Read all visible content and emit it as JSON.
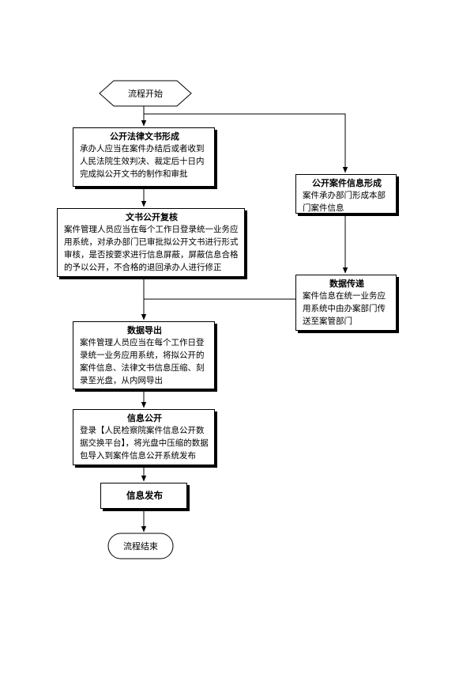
{
  "flowchart": {
    "start": {
      "label": "流程开始"
    },
    "end": {
      "label": "流程结束"
    },
    "steps": [
      {
        "id": "form",
        "title": "公开法律文书形成",
        "body": "承办人应当在案件办结后或者收到人民法院生效判决、裁定后十日内完成拟公开文书的制作和审批"
      },
      {
        "id": "review",
        "title": "文书公开复核",
        "body": "案件管理人员应当在每个工作日登录统一业务应用系统，对承办部门已审批拟公开文书进行形式审核，是否按要求进行信息屏蔽，屏蔽信息合格的予以公开，不合格的退回承办人进行修正"
      },
      {
        "id": "case-info",
        "title": "公开案件信息形成",
        "body": "案件承办部门形成本部门案件信息"
      },
      {
        "id": "transfer",
        "title": "数据传递",
        "body": "案件信息在统一业务应用系统中由办案部门传送至案管部门"
      },
      {
        "id": "export",
        "title": "数据导出",
        "body": "案件管理人员应当在每个工作日登录统一业务应用系统，将拟公开的案件信息、法律文书信息压缩、刻录至光盘，从内网导出"
      },
      {
        "id": "publish",
        "title": "信息公开",
        "body": "登录【人民检察院案件信息公开数据交换平台】，将光盘中压缩的数据包导入到案件信息公开系统发布"
      },
      {
        "id": "release",
        "title": "信息发布",
        "body": ""
      }
    ]
  }
}
